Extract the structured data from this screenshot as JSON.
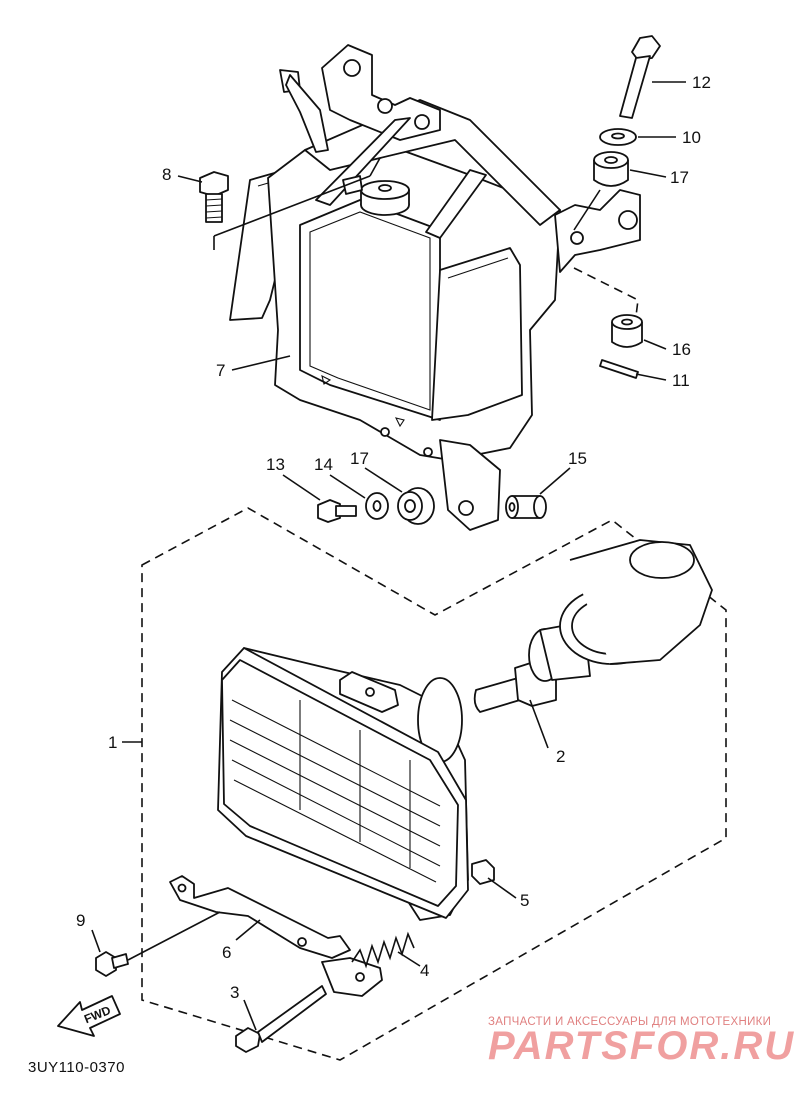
{
  "diagram": {
    "code": "3UY110-0370",
    "fwd_label": "FWD",
    "callouts": {
      "c1": "1",
      "c2": "2",
      "c3": "3",
      "c4": "4",
      "c5": "5",
      "c6": "6",
      "c7": "7",
      "c8": "8",
      "c9": "9",
      "c10": "10",
      "c11": "11",
      "c12": "12",
      "c13": "13",
      "c14": "14",
      "c15": "15",
      "c16": "16",
      "c17a": "17",
      "c17b": "17"
    }
  },
  "watermark": {
    "subtitle": "ЗАПЧАСТИ И АКСЕССУАРЫ ДЛЯ МОТОТЕХНИКИ",
    "logo": "PARTSFOR.RU"
  }
}
